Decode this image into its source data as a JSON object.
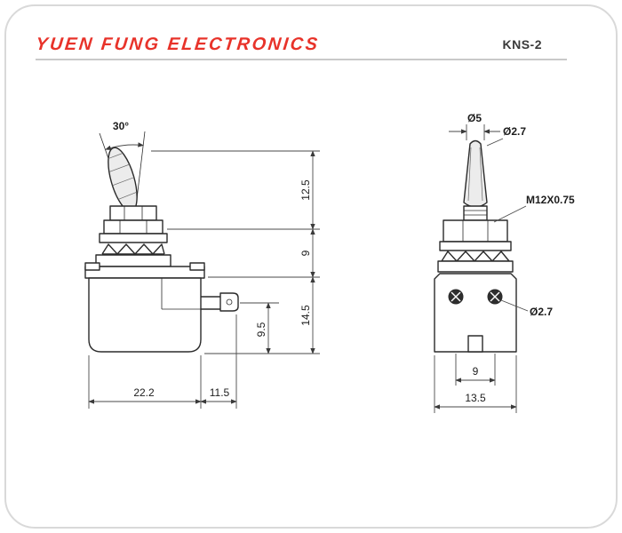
{
  "header": {
    "brand": "YUEN FUNG ELECTRONICS",
    "model": "KNS-2"
  },
  "side_view": {
    "angle_label": "30°",
    "dim_lever_height": "12.5",
    "dim_bushing_height": "9",
    "dim_body_height": "14.5",
    "dim_terminal_height": "9.5",
    "dim_body_width": "22.2",
    "dim_terminal_width": "11.5"
  },
  "front_view": {
    "dim_tip_dia": "Ø5",
    "dim_hole_dia_top": "Ø2.7",
    "thread_spec": "M12X0.75",
    "dim_hole_dia_side": "Ø2.7",
    "dim_terminal_spacing": "9",
    "dim_body_width": "13.5"
  }
}
